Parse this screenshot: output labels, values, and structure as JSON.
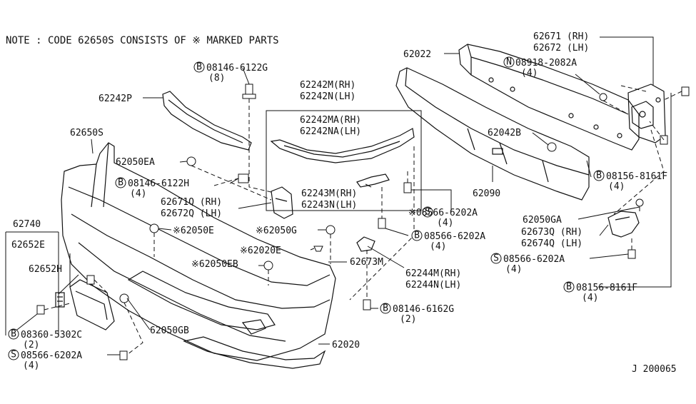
{
  "note": "NOTE : CODE 62650S CONSISTS OF ※ MARKED PARTS",
  "diagram_id": "J 200065",
  "labels": {
    "p62671": "62671 (RH)",
    "p62672": "62672 (LH)",
    "n08918_badge": "N",
    "n08918": "08918-2082A",
    "n08918_qty": "(4)",
    "p62022": "62022",
    "b08146_top_badge": "B",
    "b08146_top": "08146-6122G",
    "b08146_top_qty": "(8)",
    "p62242m": "62242M(RH)",
    "p62242n": "62242N(LH)",
    "p62242p": "62242P",
    "p62242ma": "62242MA(RH)",
    "p62242na": "62242NA(LH)",
    "p62042b": "62042B",
    "p62650s": "62650S",
    "p62050ea": "62050EA",
    "b08146h_badge": "B",
    "b08146h": "08146-6122H",
    "b08146h_qty": "(4)",
    "b08156_a_badge": "B",
    "b08156_a": "08156-8161F",
    "b08156_a_qty": "(4)",
    "p62090": "62090",
    "p62243m": "62243M(RH)",
    "p62243n": "62243N(LH)",
    "p62671q": "62671Q (RH)",
    "p62672q": "62672Q (LH)",
    "s08566_a_badge": "S",
    "s08566_a": "※08566-6202A",
    "s08566_a_qty": "(4)",
    "p62050ga": "62050GA",
    "p62740": "62740",
    "p62050e": "※62050E",
    "p62050g": "※62050G",
    "b08566_badge": "B",
    "b08566": "08566-6202A",
    "b08566_qty": "(4)",
    "p62673q": "62673Q (RH)",
    "p62674q": "62674Q (LH)",
    "p62652e": "62652E",
    "p62020e": "※62020E",
    "s08566_b_badge": "S",
    "s08566_b": "08566-6202A",
    "s08566_b_qty": "(4)",
    "p62652h": "62652H",
    "p62050eb": "※62050EB",
    "p62673m": "62673M",
    "p62244m": "62244M(RH)",
    "p62244n": "62244N(LH)",
    "b08156_b_badge": "B",
    "b08156_b": "08156-8161F",
    "b08156_b_qty": "(4)",
    "b08146g_badge": "B",
    "b08146g": "08146-6162G",
    "b08146g_qty": "(2)",
    "b08360_badge": "B",
    "b08360": "08360-5302C",
    "b08360_qty": "(2)",
    "p62050gb": "62050GB",
    "s08566_c_badge": "S",
    "s08566_c": "08566-6202A",
    "s08566_c_qty": "(4)",
    "p62020": "62020"
  }
}
